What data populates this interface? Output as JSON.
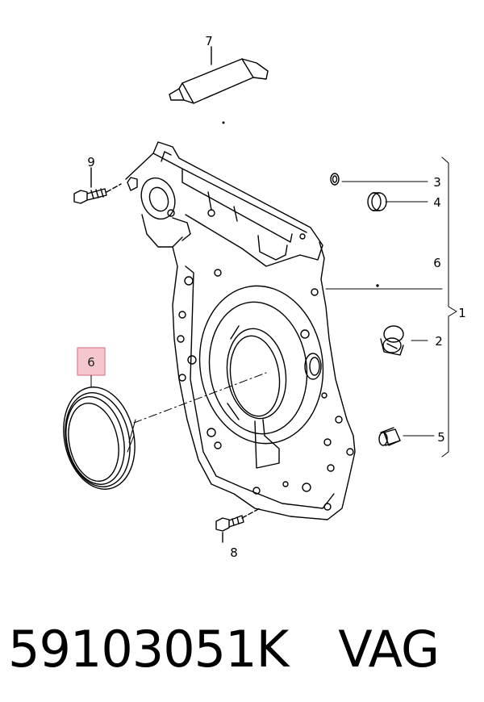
{
  "callouts": {
    "c1": "1",
    "c2": "2",
    "c3": "3",
    "c4": "4",
    "c5": "5",
    "c6_cover": "6",
    "c6_seal": "6",
    "c7": "7",
    "c8": "8",
    "c9": "9"
  },
  "highlight_color": "#f0a0a8",
  "caption": {
    "part_number": "59103051K",
    "brand": "VAG"
  }
}
